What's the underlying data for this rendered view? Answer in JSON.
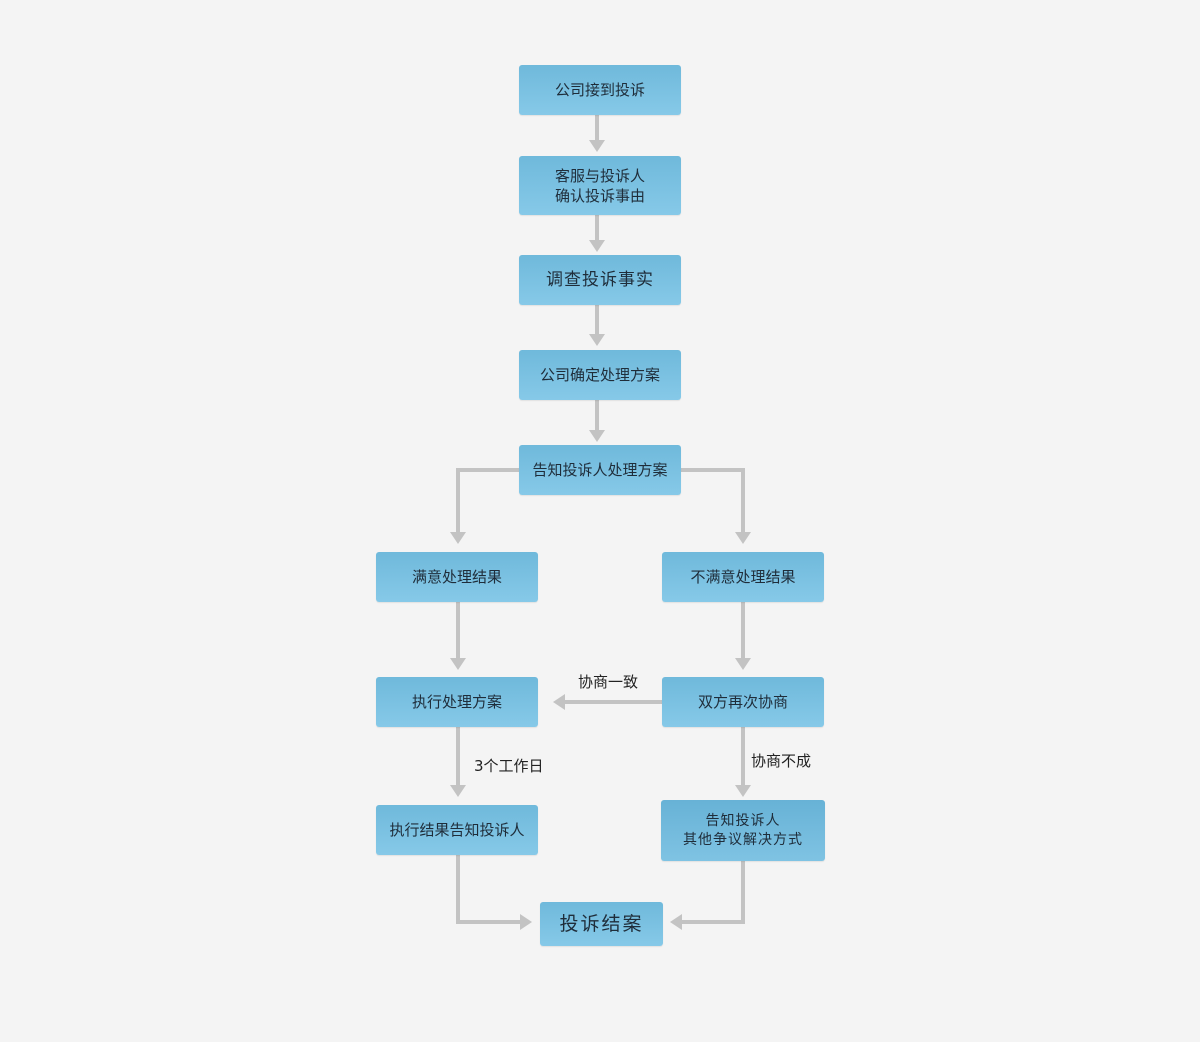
{
  "nodes": {
    "receive": "公司接到投诉",
    "confirm": "客服与投诉人\n确认投诉事由",
    "investigate": "调查投诉事实",
    "decide": "公司确定处理方案",
    "notify_plan": "告知投诉人处理方案",
    "satisfied": "满意处理结果",
    "unsatisfied": "不满意处理结果",
    "execute": "执行处理方案",
    "negotiate": "双方再次协商",
    "notify_result": "执行结果告知投诉人",
    "notify_other": "告知投诉人\n其他争议解决方式",
    "close": "投诉结案"
  },
  "edge_labels": {
    "agreement": "协商一致",
    "three_days": "3个工作日",
    "no_agreement": "协商不成"
  },
  "colors": {
    "connector": "#c3c3c3",
    "node_fill_top": "#6fb9db",
    "node_fill_bottom": "#86c9e8",
    "background": "#f4f4f4"
  }
}
